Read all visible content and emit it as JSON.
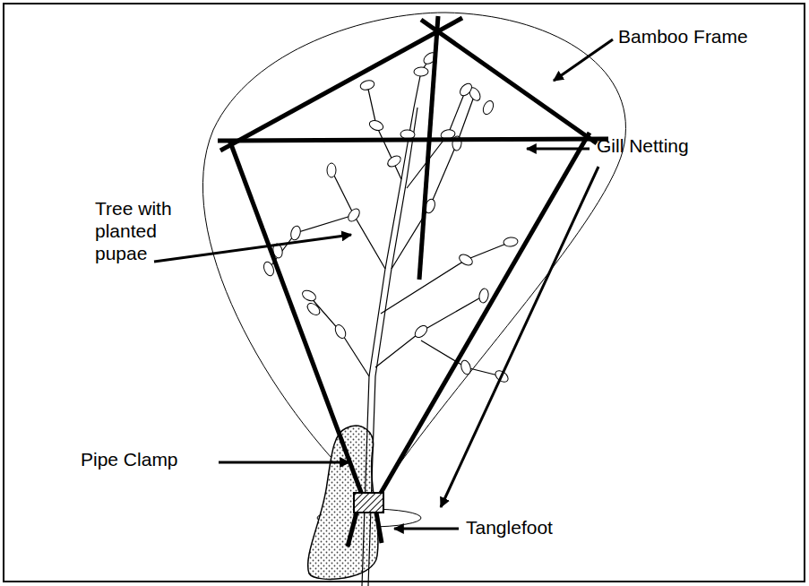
{
  "diagram": {
    "labels": [
      "Bamboo Frame",
      "Tree with planted pupae",
      "Gill Netting",
      "Pipe Clamp",
      "Tanglefoot"
    ]
  }
}
